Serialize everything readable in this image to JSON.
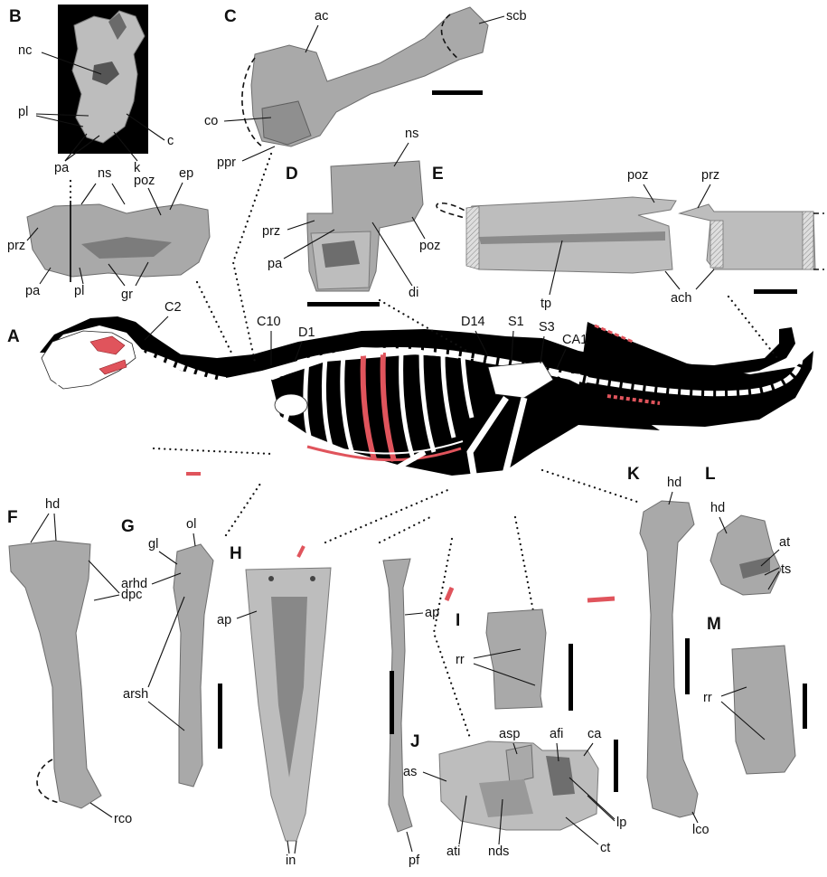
{
  "panels": {
    "A": {
      "letter": "A",
      "labels": {
        "c2": "C2",
        "c10": "C10",
        "d1": "D1",
        "d14": "D14",
        "s1": "S1",
        "s3": "S3",
        "ca1": "CA1"
      }
    },
    "B": {
      "letter": "B",
      "labels": {
        "nc": "nc",
        "pl": "pl",
        "pa": "pa",
        "c": "c",
        "k": "k",
        "ns": "ns",
        "poz": "poz",
        "ep": "ep",
        "prz": "prz",
        "pa2": "pa",
        "pl2": "pl",
        "gr": "gr"
      }
    },
    "C": {
      "letter": "C",
      "labels": {
        "ac": "ac",
        "scb": "scb",
        "co": "co",
        "ppr": "ppr"
      }
    },
    "D": {
      "letter": "D",
      "labels": {
        "ns": "ns",
        "prz": "prz",
        "pa": "pa",
        "poz": "poz",
        "di": "di"
      }
    },
    "E": {
      "letter": "E",
      "labels": {
        "poz": "poz",
        "prz": "prz",
        "tp": "tp",
        "ach": "ach"
      }
    },
    "F": {
      "letter": "F",
      "labels": {
        "hd": "hd",
        "dpc": "dpc",
        "rco": "rco"
      }
    },
    "G": {
      "letter": "G",
      "labels": {
        "gl": "gl",
        "ol": "ol",
        "arhd": "arhd",
        "arsh": "arsh"
      }
    },
    "H": {
      "letter": "H",
      "labels": {
        "ap": "ap",
        "ap2": "ap",
        "in": "in",
        "pf": "pf"
      }
    },
    "I": {
      "letter": "I",
      "labels": {
        "rr": "rr"
      }
    },
    "J": {
      "letter": "J",
      "labels": {
        "as": "as",
        "asp": "asp",
        "afi": "afi",
        "ca": "ca",
        "lp": "lp",
        "ati": "ati",
        "nds": "nds",
        "ct": "ct"
      }
    },
    "K": {
      "letter": "K",
      "labels": {
        "hd": "hd",
        "lco": "lco"
      }
    },
    "L": {
      "letter": "L",
      "labels": {
        "hd": "hd",
        "at": "at",
        "ts": "ts"
      }
    },
    "M": {
      "letter": "M",
      "labels": {
        "rr": "rr"
      }
    }
  },
  "colors": {
    "background": "#ffffff",
    "bone_gray": "#a9a9a9",
    "skeleton_silhouette": "#000000",
    "skeleton_bone": "#ffffff",
    "preserved_highlight": "#e0545c",
    "photo_background_B": "#000000"
  }
}
